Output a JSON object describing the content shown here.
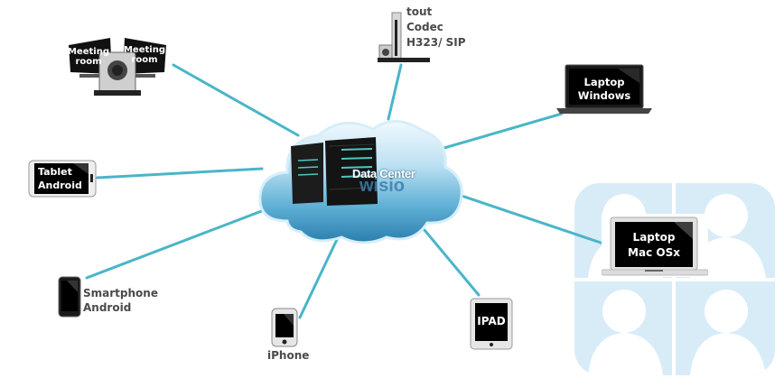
{
  "diagram": {
    "title": "Wisio Data Center network",
    "center": {
      "label": "Data Center",
      "brand": "wisio",
      "icon": "cloud-server-icon"
    },
    "colors": {
      "connector": "#4ab5c8",
      "cloud_top": "#e8f6fc",
      "cloud_bottom": "#2f86b4",
      "participants_bg": "#d8ecf8",
      "label_text": "#4a4a4a"
    },
    "nodes": [
      {
        "id": "meeting-room",
        "icon": "meeting-room-icon",
        "screen_left": "Meeting\nroom",
        "screen_right": "Meeting\nroom"
      },
      {
        "id": "codec",
        "icon": "codec-icon",
        "label_lines": [
          "tout",
          "Codec",
          "H323/ SIP"
        ]
      },
      {
        "id": "laptop-windows",
        "icon": "laptop-windows-icon",
        "screen": "Laptop\nWindows"
      },
      {
        "id": "tablet-android",
        "icon": "tablet-android-icon",
        "screen": "Tablet\nAndroid"
      },
      {
        "id": "laptop-mac",
        "icon": "laptop-mac-icon",
        "screen": "Laptop\nMac OSx"
      },
      {
        "id": "smartphone-android",
        "icon": "smartphone-android-icon",
        "label_lines": [
          "Smartphone",
          "Android"
        ]
      },
      {
        "id": "iphone",
        "icon": "iphone-icon",
        "label": "iPhone"
      },
      {
        "id": "ipad",
        "icon": "ipad-icon",
        "screen": "IPAD"
      }
    ]
  }
}
